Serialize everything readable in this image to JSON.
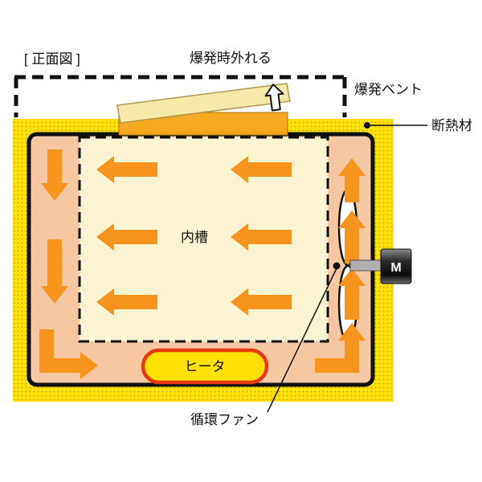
{
  "title": "[ 正面図 ]",
  "labels": {
    "detach_note": "爆発時外れる",
    "explosion_vent": "爆発ベント",
    "insulation": "断熱材",
    "inner_tank": "内槽",
    "heater": "ヒータ",
    "circulation_fan": "循環ファン",
    "motor": "M"
  },
  "colors": {
    "insulation_yellow": "#ffe105",
    "insulation_dots": "#bfa12a",
    "air_channel_pink": "#f6c7a3",
    "chamber_cream": "#fbf4d3",
    "arrow_orange": "#f7941d",
    "vent_strip_orange": "#f7a823",
    "vent_panel_cream": "#f6e8a8",
    "heater_fill_yellow": "#ffe105",
    "heater_outline_red": "#e8380d",
    "outline_black": "#111111"
  }
}
